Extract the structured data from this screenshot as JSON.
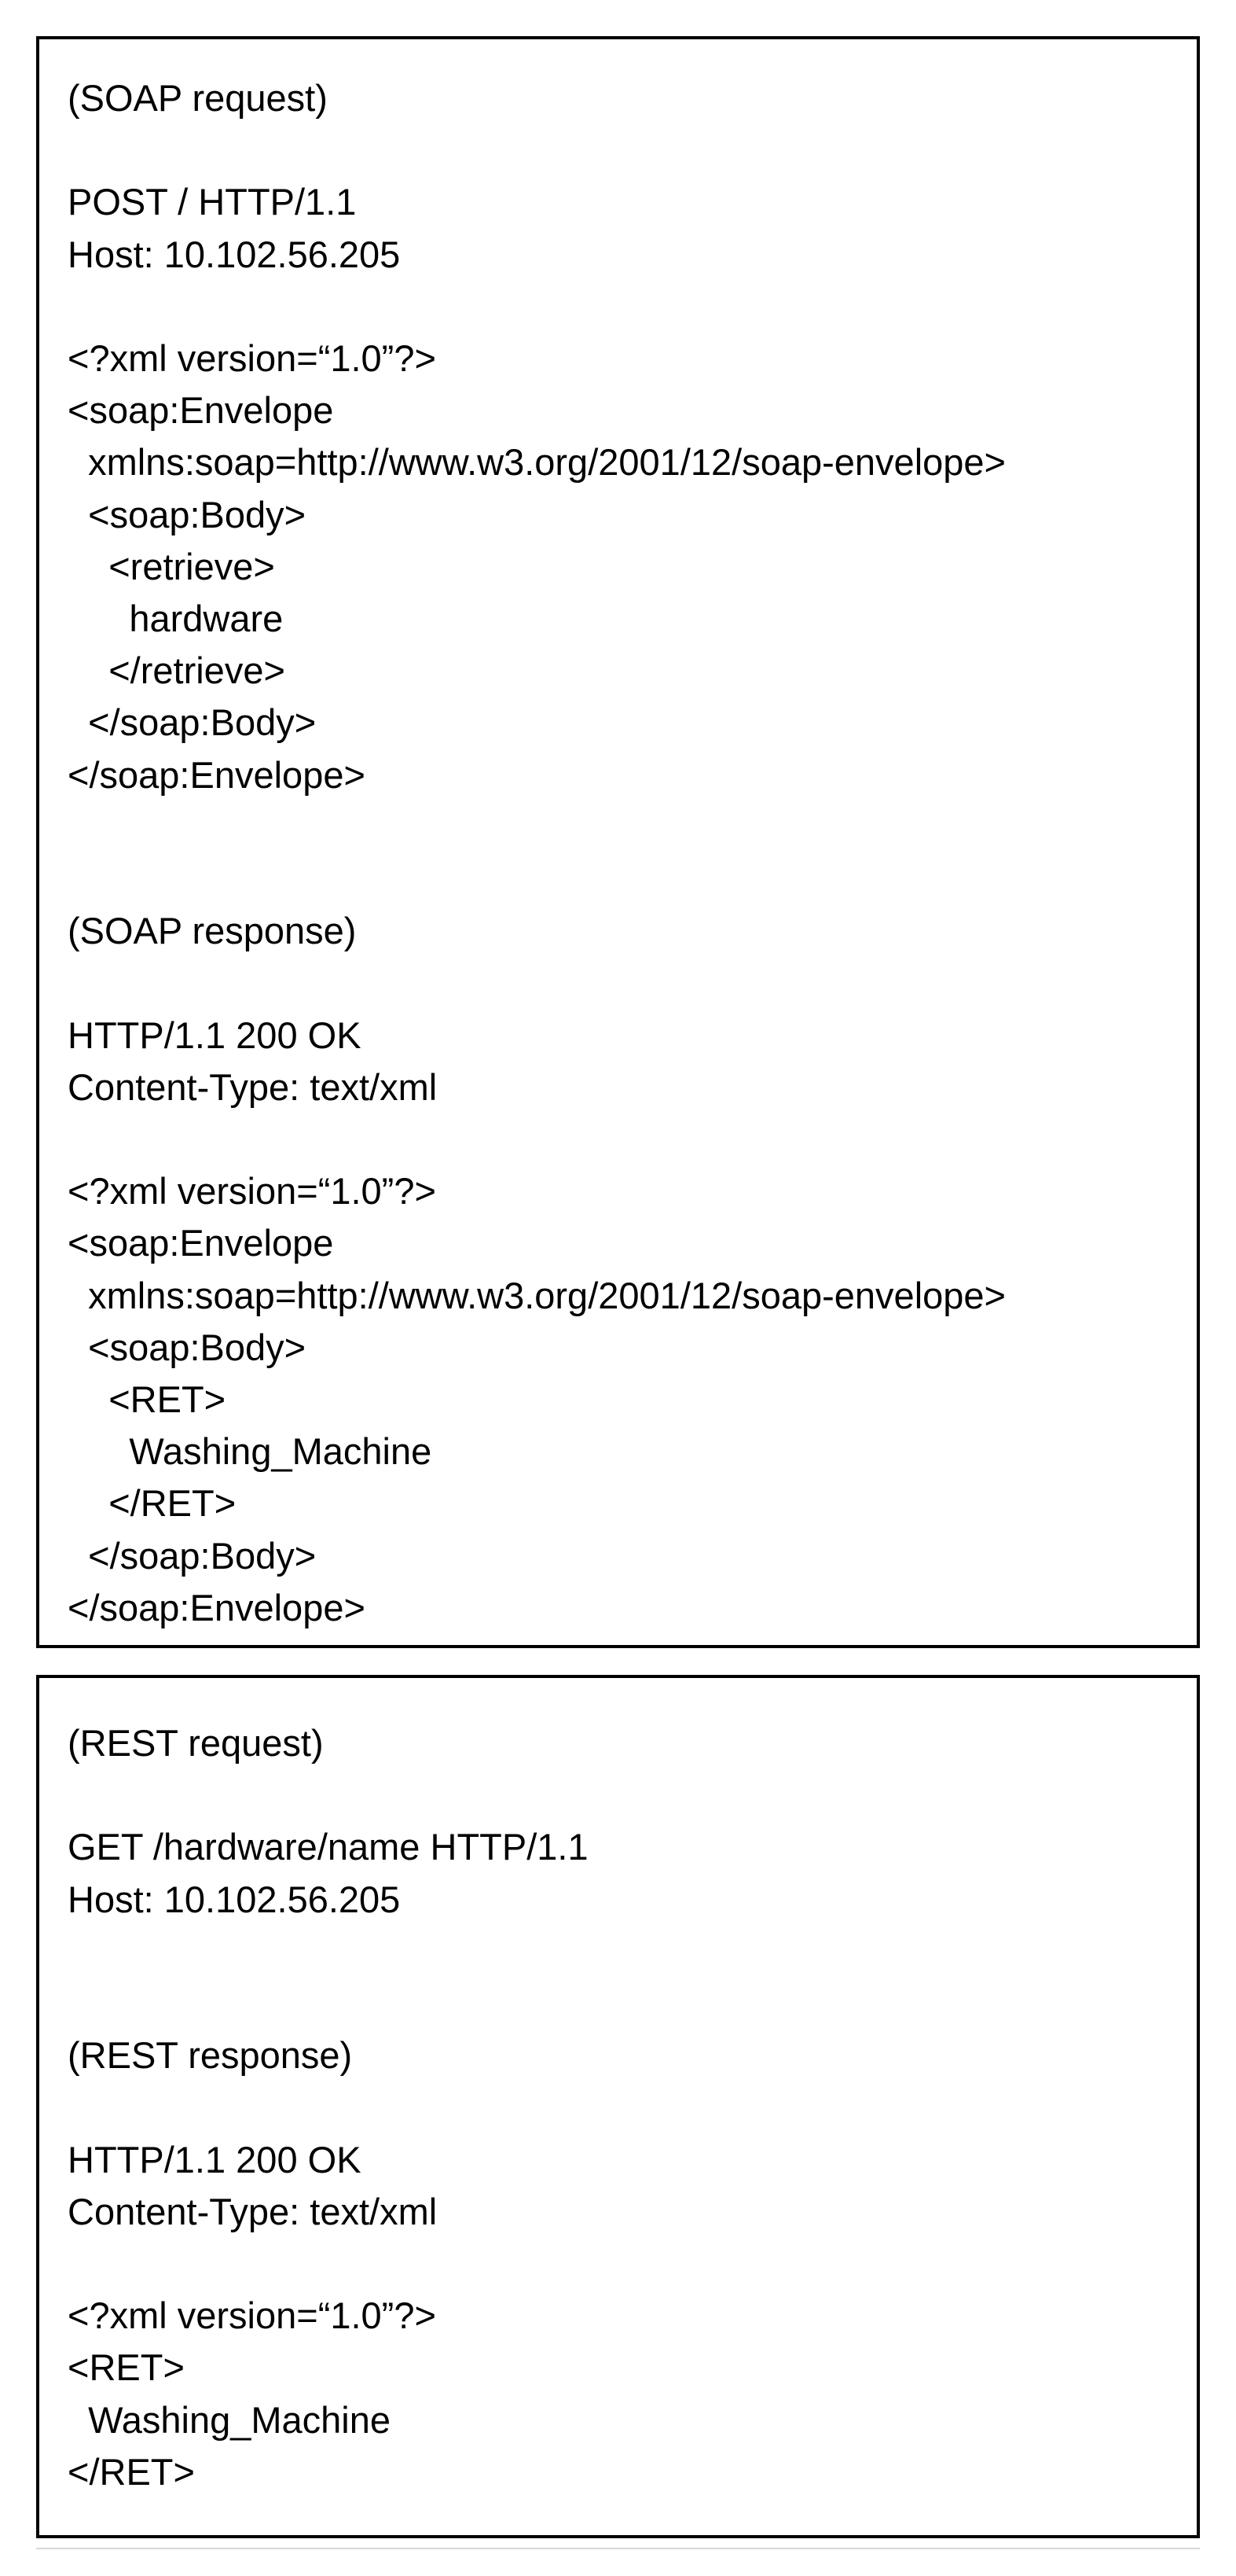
{
  "soap": {
    "lines": [
      "(SOAP request)",
      "",
      "POST / HTTP/1.1",
      "Host: 10.102.56.205",
      "",
      "<?xml version=“1.0”?>",
      "<soap:Envelope",
      "  xmlns:soap=http://www.w3.org/2001/12/soap-envelope>",
      "  <soap:Body>",
      "    <retrieve>",
      "      hardware",
      "    </retrieve>",
      "  </soap:Body>",
      "</soap:Envelope>",
      "",
      "",
      "(SOAP response)",
      "",
      "HTTP/1.1 200 OK",
      "Content-Type: text/xml",
      "",
      "<?xml version=“1.0”?>",
      "<soap:Envelope",
      "  xmlns:soap=http://www.w3.org/2001/12/soap-envelope>",
      "  <soap:Body>",
      "    <RET>",
      "      Washing_Machine",
      "    </RET>",
      "  </soap:Body>",
      "</soap:Envelope>"
    ]
  },
  "rest": {
    "lines": [
      "(REST request)",
      "",
      "GET /hardware/name HTTP/1.1",
      "Host: 10.102.56.205",
      "",
      "",
      "(REST response)",
      "",
      "HTTP/1.1 200 OK",
      "Content-Type: text/xml",
      "",
      "<?xml version=“1.0”?>",
      "<RET>",
      "  Washing_Machine",
      "</RET>"
    ]
  }
}
